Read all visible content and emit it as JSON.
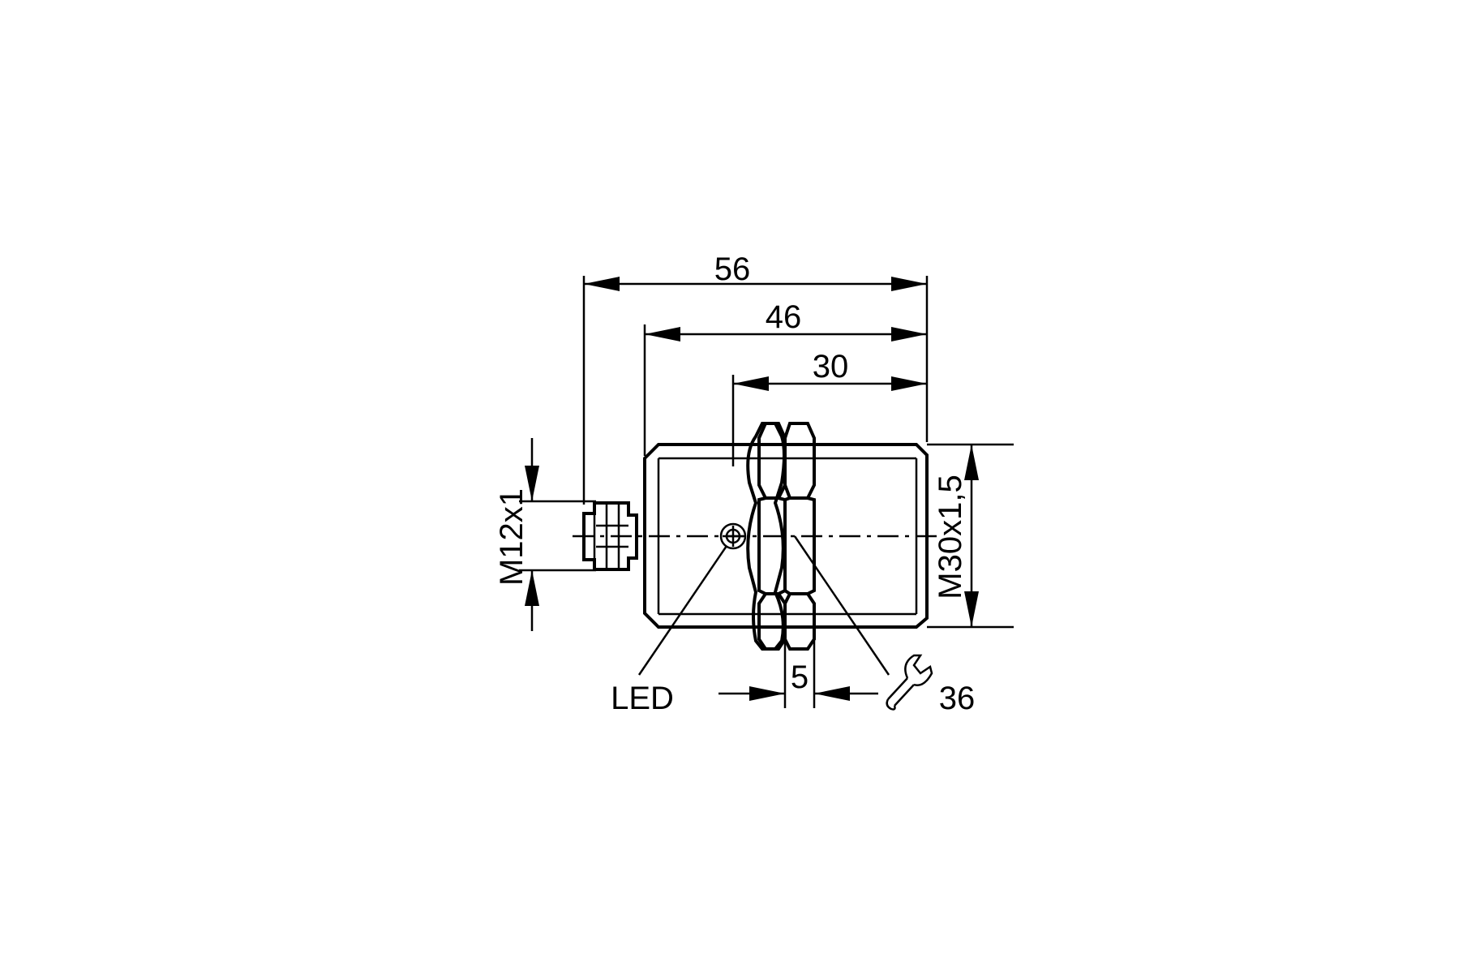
{
  "dimensions": {
    "overall_length": "56",
    "housing_length": "46",
    "thread_length": "30",
    "nut_width": "5",
    "wrench_size": "36",
    "connector_thread": "M12x1",
    "housing_thread": "M30x1,5"
  },
  "labels": {
    "led": "LED"
  },
  "icons": {
    "wrench": "wrench-icon"
  }
}
